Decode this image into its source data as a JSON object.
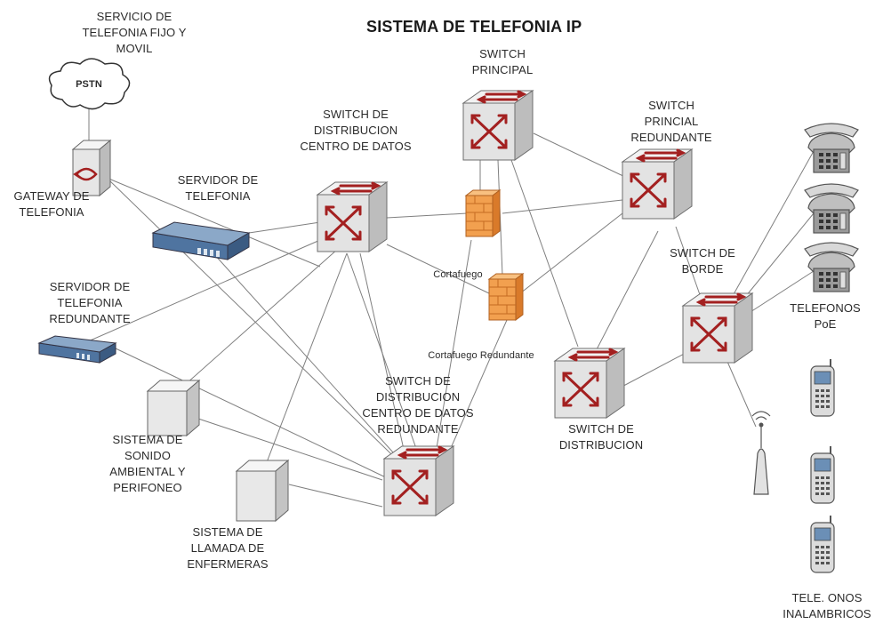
{
  "title": "SISTEMA DE TELEFONIA IP",
  "labels": {
    "pstn_service": [
      "SERVICIO DE",
      "TELEFONIA FIJO Y",
      "MOVIL"
    ],
    "pstn": "PSTN",
    "gateway": [
      "GATEWAY DE",
      "TELEFONIA"
    ],
    "server": [
      "SERVIDOR DE",
      "TELEFONIA"
    ],
    "server_redundant": [
      "SERVIDOR DE",
      "TELEFONIA",
      "REDUNDANTE"
    ],
    "dist_switch_dc": [
      "SWITCH DE",
      "DISTRIBUCION",
      "CENTRO DE DATOS"
    ],
    "main_switch": [
      "SWITCH",
      "PRINCIPAL"
    ],
    "main_switch_redundant": [
      "SWITCH",
      "PRINCIAL",
      "REDUNDANTE"
    ],
    "firewall": "Cortafuego",
    "firewall_redundant": "Cortafuego Redundante",
    "dist_switch_dc_redundant": [
      "SWITCH DE",
      "DISTRIBUCION",
      "CENTRO DE DATOS",
      "REDUNDANTE"
    ],
    "sound_system": [
      "SISTEMA DE",
      "SONIDO",
      "AMBIENTAL Y",
      "PERIFONEO"
    ],
    "nurse_call": [
      "SISTEMA DE",
      "LLAMADA DE",
      "ENFERMERAS"
    ],
    "dist_switch": [
      "SWITCH DE",
      "DISTRIBUCION"
    ],
    "edge_switch": [
      "SWITCH DE",
      "BORDE"
    ],
    "poe_phones": [
      "TELEFONOS",
      "PoE"
    ],
    "wireless_phones": [
      "TELE. ONOS",
      "INALAMBRICOS"
    ]
  },
  "colors": {
    "switch_face": "#e2e2e2",
    "switch_side": "#b9b9b9",
    "switch_arrow": "#a32020",
    "firewall": "#f0a050",
    "server": "#5f84ad",
    "line": "#7f7f7f"
  }
}
